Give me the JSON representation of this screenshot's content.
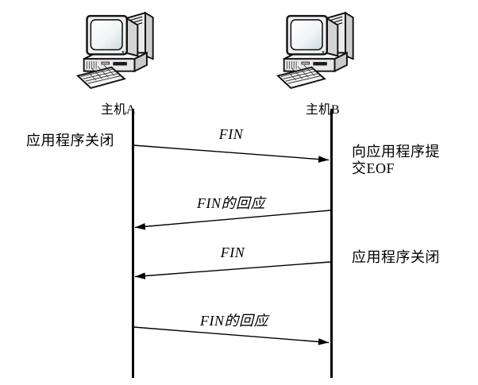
{
  "diagram": {
    "type": "sequence-diagram",
    "hosts": [
      {
        "label": "主机A",
        "icon": "computer-icon"
      },
      {
        "label": "主机B",
        "icon": "computer-icon"
      }
    ],
    "messages": [
      {
        "label": "FIN",
        "from": "主机A",
        "to": "主机B"
      },
      {
        "label": "FIN的回应",
        "from": "主机B",
        "to": "主机A"
      },
      {
        "label": "FIN",
        "from": "主机B",
        "to": "主机A"
      },
      {
        "label": "FIN的回应",
        "from": "主机A",
        "to": "主机B"
      }
    ],
    "annotations": [
      {
        "position": "left-of-host-a",
        "lines": [
          "应用程序关闭"
        ]
      },
      {
        "position": "right-of-host-b",
        "lines": [
          "向应用程序提",
          "交EOF"
        ]
      },
      {
        "position": "right-of-host-b",
        "lines": [
          "应用程序关闭"
        ]
      }
    ],
    "colors": {
      "line": "#000000",
      "background": "#ffffff",
      "text": "#000000",
      "led": "#2e7d32"
    }
  }
}
